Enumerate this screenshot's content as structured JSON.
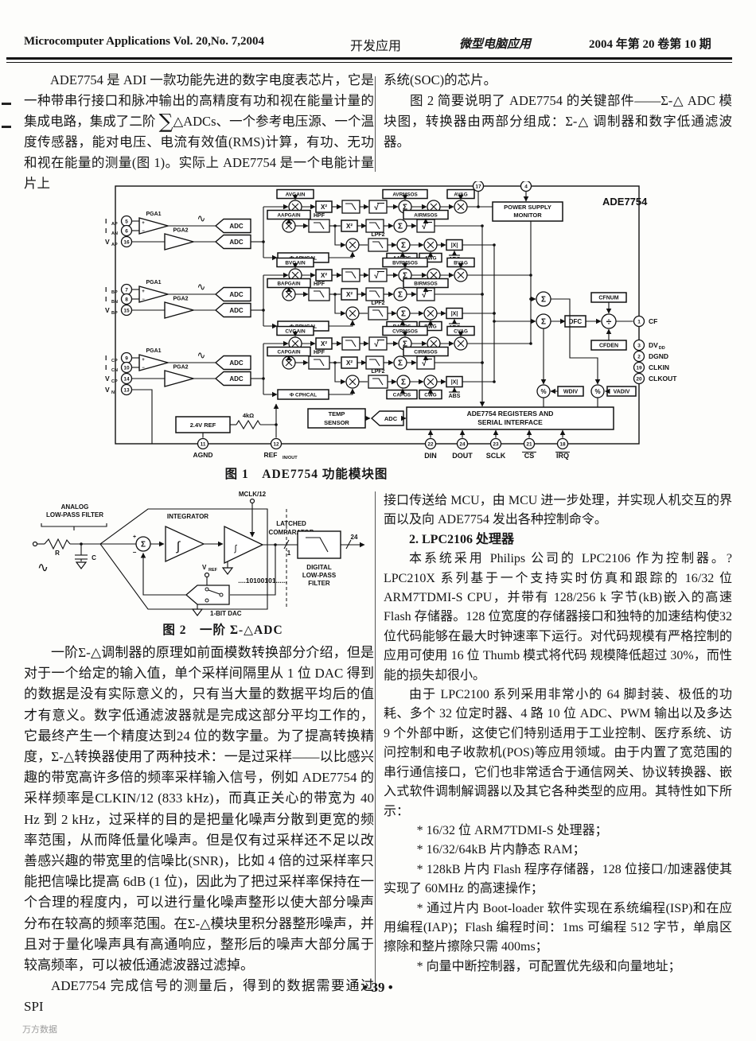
{
  "header": {
    "journal_en": "Microcomputer Applications Vol. 20,No. 7,2004",
    "section": "开发应用",
    "journal_cn": "微型电脑应用",
    "issue": "2004 年第 20 卷第 10 期"
  },
  "top_left": {
    "p1a": "ADE7754 是 ADI 一款功能先进的数字电度表芯片，它是一种带串行接口和脉冲输出的高精度有功和视在能量计量的集成电路，集成了二阶 ",
    "sigma": "∑",
    "p1b": "△ADCs、一个参考电压源、一个温度传感器，能对电压、电流有效值(RMS)计算，有功、无功和视在能量的测量(图 1)。实际上 ADE7754 是一个电能计量片上"
  },
  "top_right": {
    "p1": "系统(SOC)的芯片。",
    "p2": "图 2 简要说明了 ADE7754 的关键部件——Σ-△ ADC 模块图，转换器由两部分组成：Σ-△ 调制器和数字低通滤波器。"
  },
  "fig1": {
    "caption": "图 1　ADE7754 功能模块图",
    "chip": "ADE7754",
    "psm": [
      "POWER SUPPLY",
      "MONITOR"
    ],
    "top_pins": [
      "17",
      "4"
    ],
    "shared": {
      "pga1": "PGA1",
      "pga2": "PGA2",
      "adc": "ADC",
      "hpf": "HPF",
      "lpf2": "LPF2",
      "x2": "X²",
      "absbox": "|X|",
      "abs": "ABS"
    },
    "channels": [
      {
        "pins": [
          [
            "5",
            "I",
            "AP"
          ],
          [
            "6",
            "I",
            "AN"
          ],
          [
            "16",
            "V",
            "AP"
          ]
        ],
        "vgain": "AVGAIN",
        "apgain": "AAPGAIN",
        "vrmsos": "AVRMSOS",
        "irmsos": "AIRMSOS",
        "pos": "AAPOS",
        "wg": "AWG",
        "vag": "AVAG",
        "phcal": "Φ APHCAL"
      },
      {
        "pins": [
          [
            "7",
            "I",
            "BP"
          ],
          [
            "8",
            "I",
            "BN"
          ],
          [
            "15",
            "V",
            "BP"
          ]
        ],
        "vgain": "BVGAIN",
        "apgain": "BAPGAIN",
        "vrmsos": "BVRMSOS",
        "irmsos": "BIRMSOS",
        "pos": "BAPOS",
        "wg": "BWG",
        "vag": "BVAG",
        "phcal": "Φ BPHCAL"
      },
      {
        "pins": [
          [
            "9",
            "I",
            "CP"
          ],
          [
            "10",
            "I",
            "CN"
          ],
          [
            "14",
            "V",
            "CP"
          ],
          [
            "13",
            "V",
            "N"
          ]
        ],
        "vgain": "CVGAIN",
        "apgain": "CAPGAIN",
        "vrmsos": "CVRMSOS",
        "irmsos": "CIRMSOS",
        "pos": "CAPOS",
        "wg": "CWG",
        "vag": "CVAG",
        "phcal": "Φ CPHCAL"
      }
    ],
    "right": {
      "dfc": "DFC",
      "cfnum": "CFNUM",
      "cfden": "CFDEN",
      "pins": [
        [
          "1",
          "CF",
          ""
        ],
        [
          "3",
          "DV",
          "DD"
        ],
        [
          "2",
          "DGND",
          ""
        ],
        [
          "19",
          "CLKIN",
          ""
        ],
        [
          "20",
          "CLKOUT",
          ""
        ]
      ]
    },
    "bottom": {
      "ref": "2.4V REF",
      "res": "4kΩ",
      "agnd": [
        "11",
        "AGND"
      ],
      "refio": [
        "12",
        "REF",
        "IN/OUT"
      ],
      "temp": [
        "TEMP",
        "SENSOR"
      ],
      "adc": "ADC",
      "registers": [
        "ADE7754 REGISTERS AND",
        "SERIAL INTERFACE"
      ],
      "wdiv": "WDIV",
      "vadiv": "VADIV",
      "pins_bottom": [
        [
          "22",
          "DIN"
        ],
        [
          "24",
          "DOUT"
        ],
        [
          "23",
          "SCLK"
        ],
        [
          "21",
          "CS"
        ],
        [
          "18",
          "IRQ"
        ]
      ]
    }
  },
  "fig2": {
    "caption": "图 2　一阶 Σ-△ADC",
    "mclk": "MCLK/12",
    "alpf": [
      "ANALOG",
      "LOW-PASS FILTER"
    ],
    "r": "R",
    "c": "C",
    "integrator": "INTEGRATOR",
    "latched": [
      "LATCHED",
      "COMPARATOR"
    ],
    "vref": [
      "V",
      "REF"
    ],
    "bits": "....10100101......",
    "dac": "1-BIT DAC",
    "dlpf": [
      "DIGITAL",
      "LOW-PASS",
      "FILTER"
    ],
    "tick1": "1",
    "tick24": "24"
  },
  "low_left": {
    "p1": "一阶Σ-△调制器的原理如前面模数转换部分介绍，但是对于一个给定的输入值，单个采样间隔里从 1 位 DAC 得到的数据是没有实际意义的，只有当大量的数据平均后的值才有意义。数字低通滤波器就是完成这部分平均工作的，它最终产生一个精度达到24 位的数字量。为了提高转换精度，Σ-△转换器使用了两种技术：一是过采样——以比感兴趣的带宽高许多倍的频率采样输入信号，例如 ADE7754 的采样频率是CLKIN/12 (833 kHz)，而真正关心的带宽为 40 Hz 到 2 kHz，过采样的目的是把量化噪声分散到更宽的频率范围，从而降低量化噪声。但是仅有过采样还不足以改善感兴趣的带宽里的信噪比(SNR)，比如 4 倍的过采样率只能把信噪比提高 6dB (1 位)，因此为了把过采样率保持在一个合理的程度内，可以进行量化噪声整形以使大部分噪声分布在较高的频率范围。在Σ-△模块里积分器整形噪声，并且对于量化噪声具有高通响应，整形后的噪声大部分属于较高频率，可以被低通滤波器过滤掉。",
    "p2": "ADE7754 完成信号的测量后，得到的数据需要通过 SPI"
  },
  "low_right": {
    "p1": "接口传送给 MCU，由 MCU 进一步处理，并实现人机交互的界面以及向 ADE7754 发出各种控制命令。",
    "h1": "2. LPC2106 处理器",
    "p2": "本系统采用 Philips 公司的 LPC2106 作为控制器。? LPC210X 系列基于一个支持实时仿真和跟踪的 16/32 位 ARM7TDMI-S CPU，并带有 128/256 k 字节(kB)嵌入的高速 Flash 存储器。128 位宽度的存储器接口和独特的加速结构使32 位代码能够在最大时钟速率下运行。对代码规模有严格控制的应用可使用 16 位 Thumb 模式将代码 规模降低超过 30%，而性能的损失却很小。",
    "p3": "由于 LPC2100 系列采用非常小的 64 脚封装、极低的功耗、多个 32 位定时器、4 路 10 位 ADC、PWM 输出以及多达 9 个外部中断，这使它们特别适用于工业控制、医疗系统、访问控制和电子收款机(POS)等应用领域。由于内置了宽范围的串行通信接口，它们也非常适合于通信网关、协议转换器、嵌入式软件调制解调器以及其它各种类型的应用。其特性如下所示：",
    "b1": "* 16/32 位 ARM7TDMI-S 处理器；",
    "b2": "* 16/32/64kB 片内静态 RAM；",
    "b3": "* 128kB 片内 Flash 程序存储器，128 位接口/加速器使其实现了 60MHz 的高速操作；",
    "b4": "* 通过片内 Boot-loader 软件实现在系统编程(ISP)和在应用编程(IAP)；Flash 编程时间：1ms 可编程 512 字节，单扇区擦除和整片擦除只需 400ms；",
    "b5": "* 向量中断控制器，可配置优先级和向量地址；"
  },
  "footer": {
    "page_number": "• 39 •",
    "watermark": "万方数据"
  }
}
